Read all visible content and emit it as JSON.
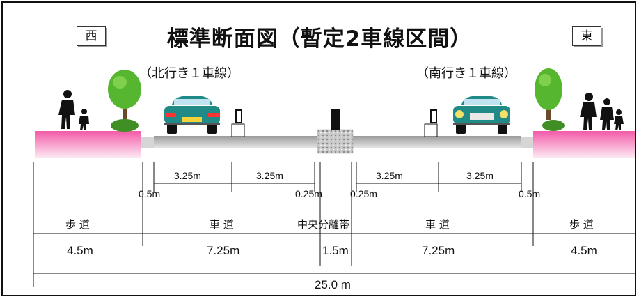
{
  "title": "標準断面図（暫定2車線区間）",
  "west_label": "西",
  "east_label": "東",
  "lane_north": "（北行き１車線）",
  "lane_south": "（南行き１車線）",
  "lane_widths": [
    "3.25m",
    "3.25m",
    "3.25m",
    "3.25m"
  ],
  "edge_widths": {
    "left_shoulder": "0.5m",
    "median_left": "0.25m",
    "median_right": "0.25m",
    "right_shoulder": "0.5m"
  },
  "sections": [
    {
      "label": "歩 道",
      "width": "4.5m"
    },
    {
      "label": "車 道",
      "width": "7.25m"
    },
    {
      "label": "中央分離帯",
      "width": "1.5m"
    },
    {
      "label": "車 道",
      "width": "7.25m"
    },
    {
      "label": "歩 道",
      "width": "4.5m"
    }
  ],
  "total_width": "25.0 m",
  "colors": {
    "sidewalk": "#f25aa8",
    "road": "#bdbdbd",
    "car": "#1f8a86",
    "tree": "#56b62f"
  },
  "icons": [
    "pedestrian-icon",
    "tree-icon",
    "car-icon",
    "sign-post-icon",
    "median-barrier-icon"
  ]
}
